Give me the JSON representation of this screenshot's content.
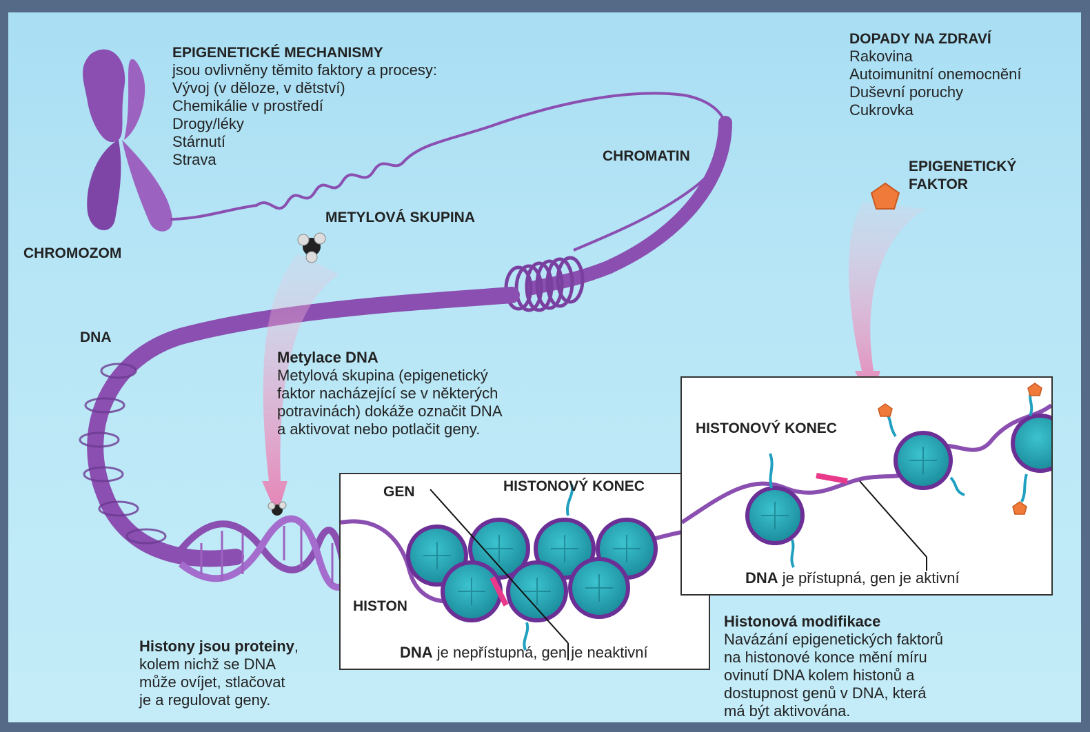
{
  "mechanisms": {
    "title": "EPIGENETICKÉ MECHANISMY",
    "intro": "jsou ovlivněny těmito faktory a procesy:",
    "items": [
      "Vývoj (v děloze, v dětství)",
      "Chemikálie v prostředí",
      "Drogy/léky",
      "Stárnutí",
      "Strava"
    ]
  },
  "health": {
    "title": "DOPADY NA ZDRAVÍ",
    "items": [
      "Rakovina",
      "Autoimunitní onemocnění",
      "Duševní poruchy",
      "Cukrovka"
    ]
  },
  "labels": {
    "chromatin": "CHROMATIN",
    "chromozom": "CHROMOZOM",
    "methyl_group": "METYLOVÁ SKUPINA",
    "dna": "DNA",
    "epi_factor_line1": "EPIGENETICKÝ",
    "epi_factor_line2": "FAKTOR",
    "gen": "GEN",
    "histone_tail_left": "HISTONOVÝ KONEC",
    "histone_tail_right": "HISTONOVÝ KONEC",
    "histon": "HISTON"
  },
  "methylation": {
    "title": "Metylace DNA",
    "lines": [
      "Metylová skupina (epigenetický",
      "faktor nacházející se v některých",
      "potravinách) dokáže označit DNA",
      "a aktivovat nebo potlačit geny."
    ]
  },
  "histones_note": {
    "title": "Histony jsou proteiny",
    "title_suffix": ",",
    "lines": [
      "kolem nichž se DNA",
      "může ovíjet, stlačovat",
      "je a regulovat geny."
    ]
  },
  "box_left_caption": {
    "bold": "DNA",
    "rest": " je nepřístupná, gen je neaktivní"
  },
  "box_right_caption": {
    "bold": "DNA",
    "rest": " je přístupná, gen je aktivní"
  },
  "histone_mod": {
    "title": "Histonová modifikace",
    "lines": [
      "Navázání epigenetických faktorů",
      "na histonové konce mění míru",
      "ovinutí DNA kolem histonů a",
      "dostupnost genů v DNA, která",
      "má být aktivována."
    ]
  },
  "colors": {
    "strand": "#8a4fb0",
    "histone": "#2aa7b5",
    "marker": "#e9398a",
    "factor": "#f07a3a"
  }
}
